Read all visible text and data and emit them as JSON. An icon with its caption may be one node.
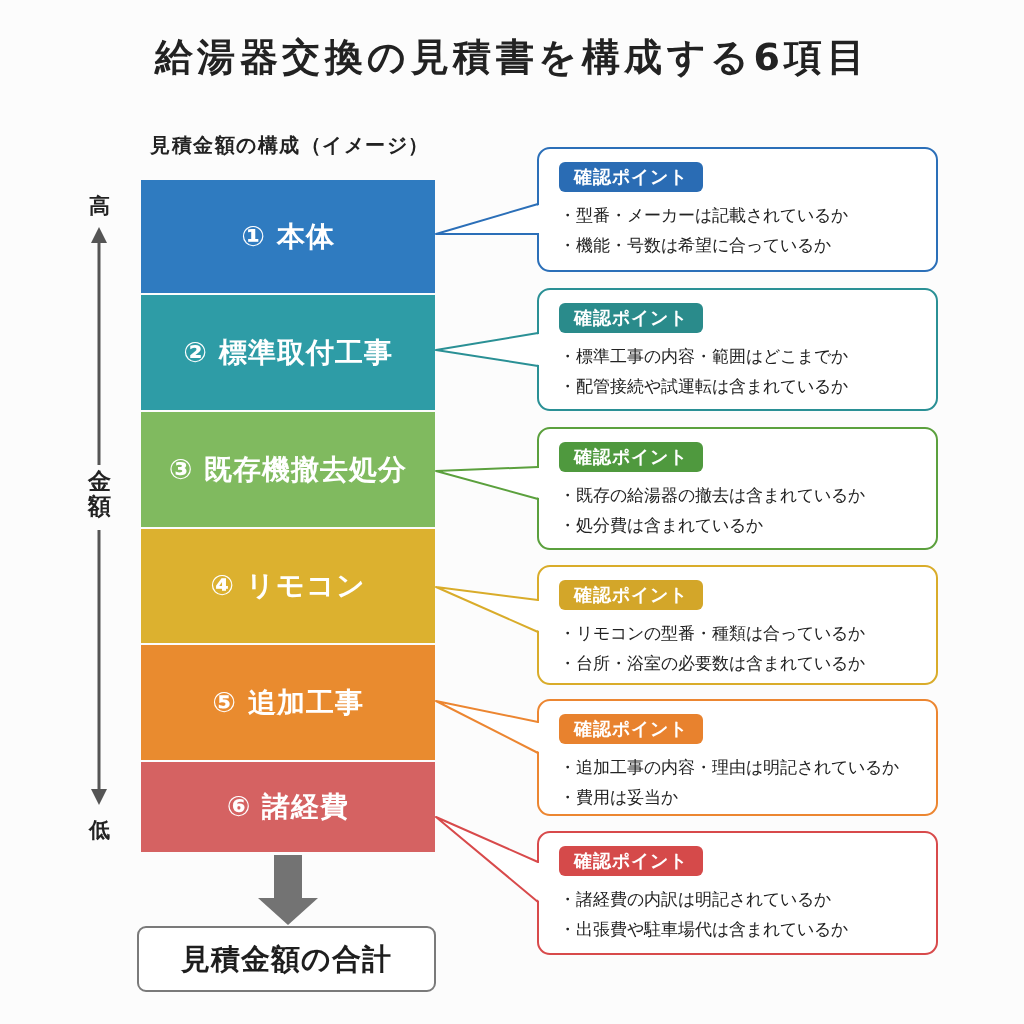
{
  "diagram": {
    "title": "給湯器交換の見積書を構成する6項目",
    "nodes": [
      {
        "text": [
          "① 本体"
        ]
      },
      {
        "text": [
          "② 標準取付工事"
        ]
      },
      {
        "text": [
          "③ 既存機撤去処分"
        ]
      },
      {
        "text": [
          "④ リモコン"
        ]
      },
      {
        "text": [
          "⑤ 追加工事"
        ]
      },
      {
        "text": [
          "⑥ 諸経費"
        ]
      },
      {
        "text": [
          "見積金額の合計"
        ]
      },
      {
        "text": [
          "・型番・メーカーは記載されているか",
          "・機能・号数は希望に合っているか"
        ]
      },
      {
        "text": [
          "確認ポイント"
        ],
        "in": 7
      },
      {
        "text": [
          "・標準工事の内容・範囲はどこまでか",
          "・配管接続や試運転は含まれているか"
        ]
      },
      {
        "text": [
          "確認ポイント"
        ],
        "in": 9
      },
      {
        "text": [
          "・既存の給湯器の撤去は含まれているか",
          "・処分費は含まれているか"
        ]
      },
      {
        "text": [
          "確認ポイント"
        ],
        "in": 11
      },
      {
        "text": [
          "・リモコンの型番・種類は合っているか",
          "・台所・浴室の必要数は含まれているか"
        ]
      },
      {
        "text": [
          "確認ポイント"
        ],
        "in": 13
      },
      {
        "text": [
          "・追加工事の内容・理由は明記されているか",
          "・費用は妥当か"
        ]
      },
      {
        "text": [
          "確認ポイント"
        ],
        "in": 15
      },
      {
        "text": [
          "・諸経費の内訳は明記されているか",
          "・出張費や駐車場代は含まれているか"
        ]
      },
      {
        "text": [
          "確認ポイント"
        ],
        "in": 17
      }
    ],
    "edges": [
      {
        "from": 0,
        "to": 7,
        "arrow": "none",
        "color": "#2b6fb8"
      },
      {
        "from": 1,
        "to": 9,
        "arrow": "none",
        "color": "#2a9095"
      },
      {
        "from": 2,
        "to": 11,
        "arrow": "none",
        "color": "#5ba03d"
      },
      {
        "from": 3,
        "to": 13,
        "arrow": "none",
        "color": "#d9ac2a"
      },
      {
        "from": 4,
        "to": 15,
        "arrow": "none",
        "color": "#ec8631"
      },
      {
        "from": 5,
        "to": 17,
        "arrow": "none",
        "color": "#d84a4b"
      },
      {
        "from": 5,
        "to": 6,
        "arrow": "to",
        "style": "thick"
      }
    ],
    "labels": [
      "見積金額の構成（イメージ）",
      "高",
      "金額",
      "低"
    ]
  }
}
